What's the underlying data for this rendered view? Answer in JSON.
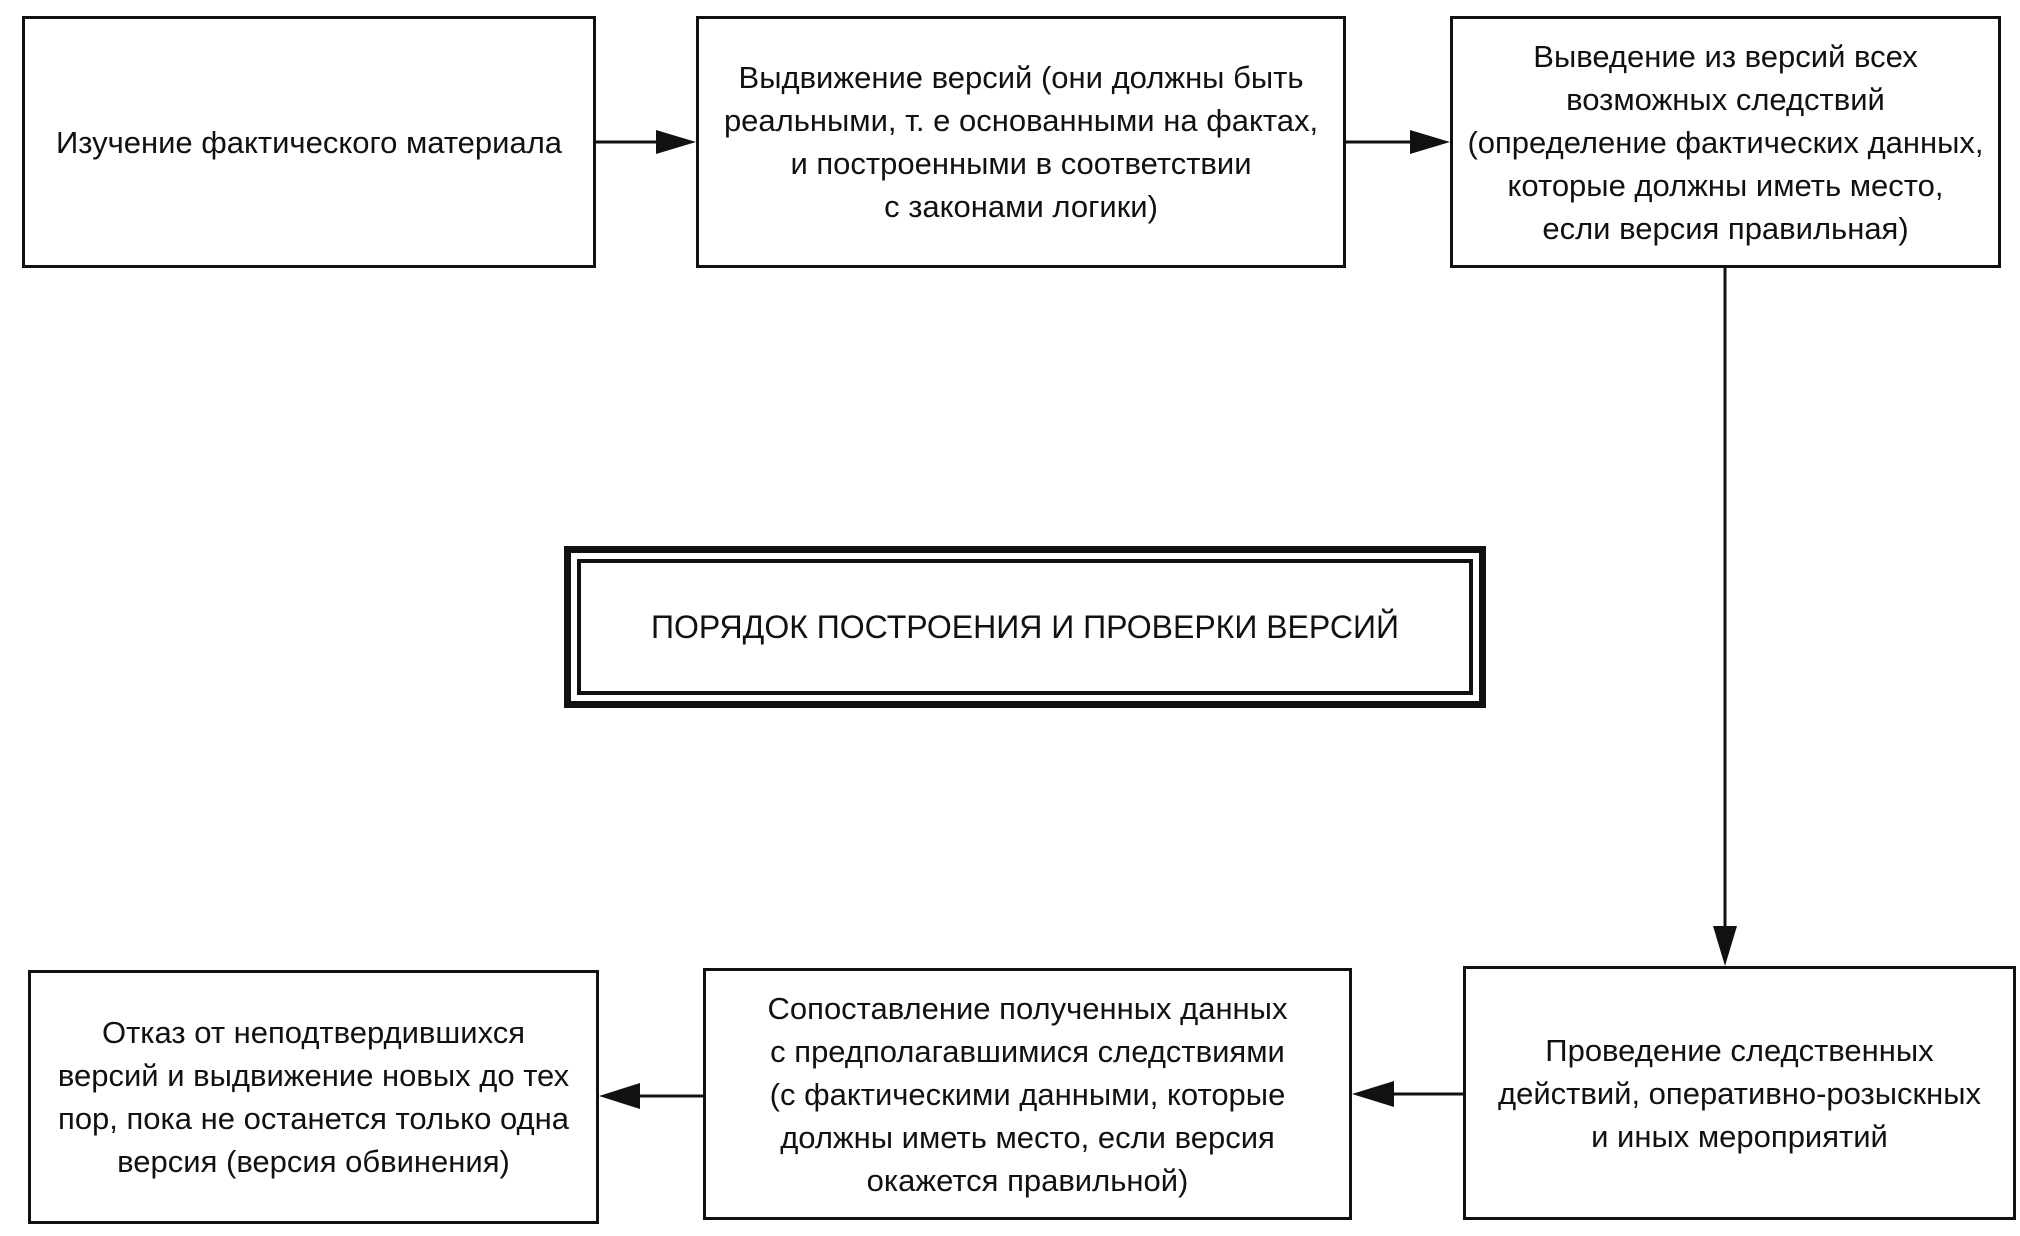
{
  "title": "ПОРЯДОК ПОСТРОЕНИЯ И ПРОВЕРКИ ВЕРСИЙ",
  "steps": [
    {
      "id": 1,
      "text": "Изучение фактического материала"
    },
    {
      "id": 2,
      "text": "Выдвижение версий (они должны быть\nреальными, т. е  основанными на фактах,\nи построенными в соответствии\nс законами логики)"
    },
    {
      "id": 3,
      "text": "Выведение из версий всех\nвозможных следствий\n(определение фактических данных,\nкоторые должны иметь место,\nесли версия правильная)"
    },
    {
      "id": 4,
      "text": "Проведение следственных\nдействий, оперативно-розыскных\nи иных мероприятий"
    },
    {
      "id": 5,
      "text": "Сопоставление полученных данных\nс предполагавшимися следствиями\n(с фактическими данными, которые\nдолжны иметь место, если версия\nокажется правильной)"
    },
    {
      "id": 6,
      "text": "Отказ от неподтвердившихся\nверсий и выдвижение новых до тех\nпор, пока не останется только одна\nверсия (версия обвинения)"
    }
  ],
  "flow": [
    {
      "from": 1,
      "to": 2
    },
    {
      "from": 2,
      "to": 3
    },
    {
      "from": 3,
      "to": 4
    },
    {
      "from": 4,
      "to": 5
    },
    {
      "from": 5,
      "to": 6
    }
  ],
  "colors": {
    "line": "#111111",
    "background": "#ffffff"
  }
}
